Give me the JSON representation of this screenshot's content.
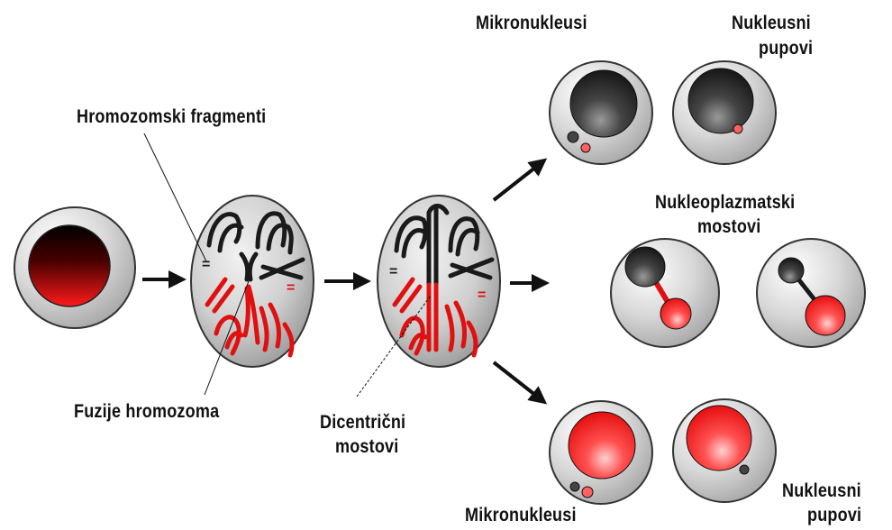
{
  "labels": {
    "chromosome_fragments": "Hromozomski fragmenti",
    "chromosome_fusions": "Fuzije hromozoma",
    "dicentric_bridges_line1": "Dicentrični",
    "dicentric_bridges_line2": "mostovi",
    "micronuclei_top": "Mikronukleusi",
    "nuclear_buds_top_line1": "Nukleusni",
    "nuclear_buds_top_line2": "pupovi",
    "nucleoplasmic_bridges_line1": "Nukleoplazmatski",
    "nucleoplasmic_bridges_line2": "mostovi",
    "micronuclei_bottom": "Mikronukleusi",
    "nuclear_buds_bottom_line1": "Nukleusni",
    "nuclear_buds_bottom_line2": "pupovi"
  },
  "colors": {
    "cell_fill": "#d9d9d9",
    "cell_stroke": "#333333",
    "chromosome_black": "#1a1a1a",
    "chromosome_red": "#e01010",
    "nucleus_dark": "#2a2a2a",
    "nucleus_red": "#ff2020",
    "arrow": "#111111"
  }
}
